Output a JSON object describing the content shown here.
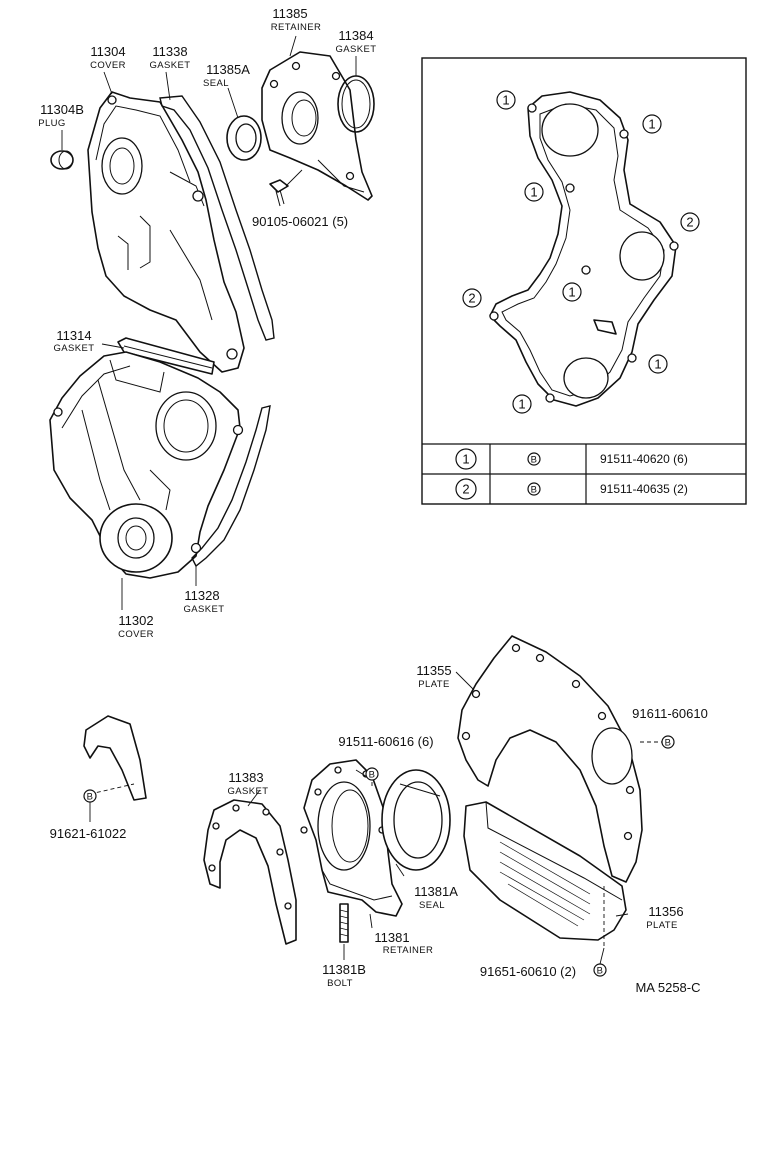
{
  "parts": {
    "p11385": {
      "number": "11385",
      "name": "RETAINER"
    },
    "p11384": {
      "number": "11384",
      "name": "GASKET"
    },
    "p11304": {
      "number": "11304",
      "name": "COVER"
    },
    "p11338": {
      "number": "11338",
      "name": "GASKET"
    },
    "p11385A": {
      "number": "11385A",
      "name": "SEAL"
    },
    "p11304B": {
      "number": "11304B",
      "name": "PLUG"
    },
    "p11314": {
      "number": "11314",
      "name": "GASKET"
    },
    "p11328": {
      "number": "11328",
      "name": "GASKET"
    },
    "p11302": {
      "number": "11302",
      "name": "COVER"
    },
    "p11355": {
      "number": "11355",
      "name": "PLATE"
    },
    "p11383": {
      "number": "11383",
      "name": "GASKET"
    },
    "p11381A": {
      "number": "11381A",
      "name": "SEAL"
    },
    "p11381": {
      "number": "11381",
      "name": "RETAINER"
    },
    "p11381B": {
      "number": "11381B",
      "name": "BOLT"
    },
    "p11356": {
      "number": "11356",
      "name": "PLATE"
    }
  },
  "fasteners": {
    "f90105": "90105-06021 (5)",
    "f91511_606": "91511-60616 (6)",
    "f91611": "91611-60610",
    "f91621": "91621-61022",
    "f91651": "91651-60610 (2)"
  },
  "bolt_symbol": "B",
  "inset": {
    "callout_1": "1",
    "callout_2": "2",
    "table": [
      {
        "key": "1",
        "symbol": "B",
        "part": "91511-40620 (6)"
      },
      {
        "key": "2",
        "symbol": "B",
        "part": "91511-40635 (2)"
      }
    ]
  },
  "diagram_code": "MA  5258-C"
}
